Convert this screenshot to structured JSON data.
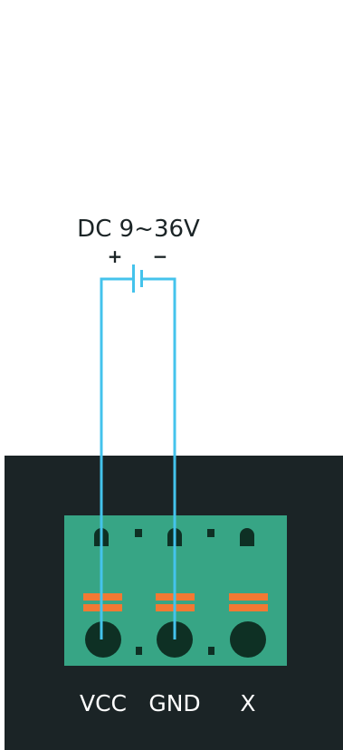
{
  "supply": {
    "label": "DC 9~36V",
    "positive": "+",
    "negative": "−"
  },
  "terminals": [
    {
      "label": "VCC"
    },
    {
      "label": "GND"
    },
    {
      "label": "X"
    }
  ],
  "colors": {
    "background": "#ffffff",
    "device_body": "#1b2426",
    "terminal_block": "#37a585",
    "wire": "#44c3ec",
    "spring_lever": "#f27933",
    "hole": "#0e3024",
    "label_text": "#ffffff",
    "supply_text": "#1b2426"
  }
}
